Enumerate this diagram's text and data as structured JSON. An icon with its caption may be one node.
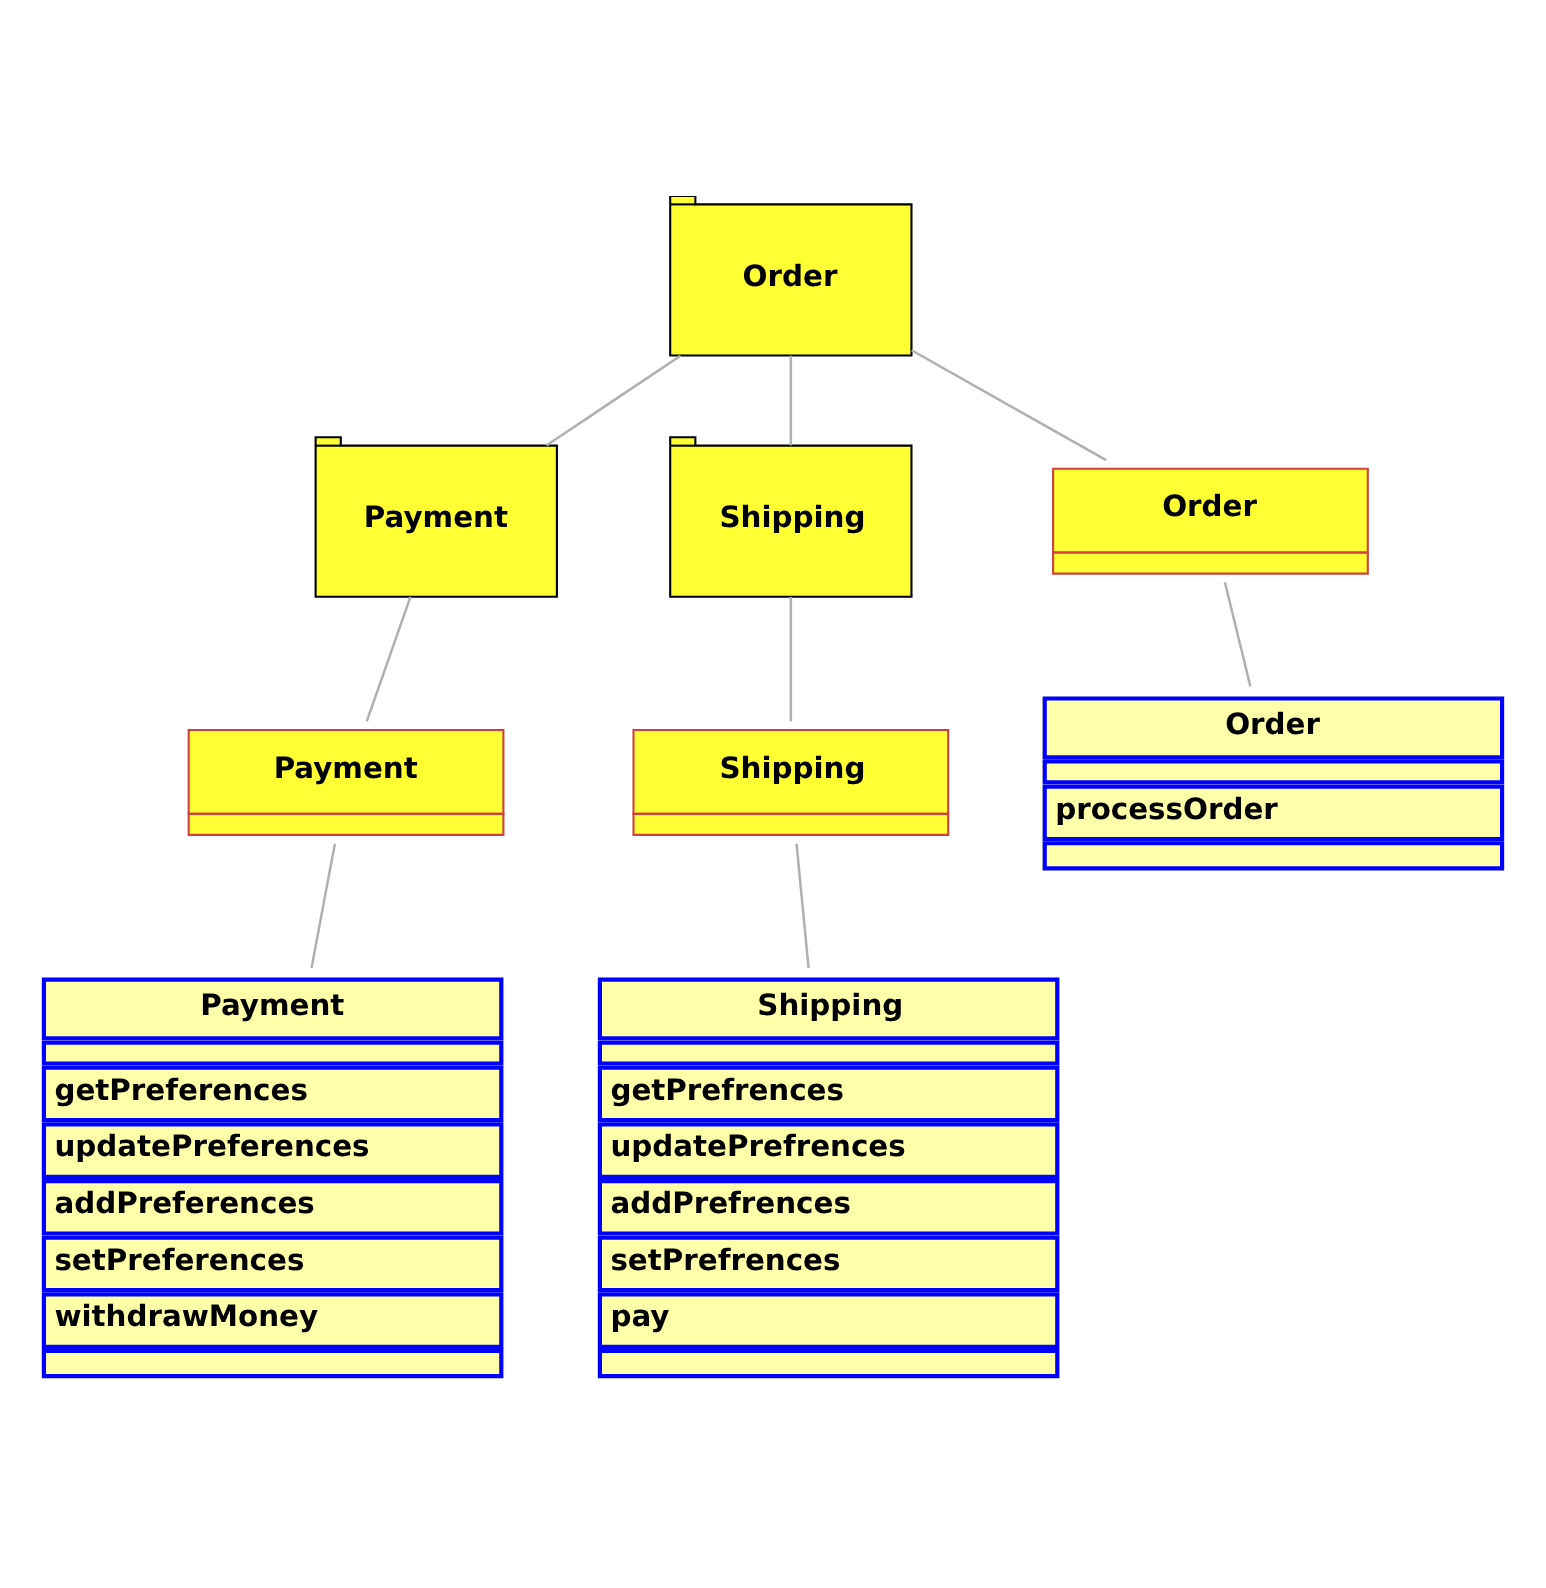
{
  "diagram": {
    "nodes": [
      {
        "text": [
          "Order"
        ]
      },
      {
        "text": [
          "Payment"
        ]
      },
      {
        "text": [
          "Shipping"
        ]
      },
      {
        "text": [
          "Payment"
        ]
      },
      {
        "text": [
          "Order"
        ]
      },
      {
        "text": [
          "Shipping"
        ]
      },
      {
        "text": [
          "Payment",
          "getPreferences",
          "updatePreferences",
          "addPreferences",
          "setPreferences",
          "withdrawMoney"
        ]
      },
      {
        "text": [
          "Order",
          "processOrder"
        ]
      },
      {
        "text": [
          "Shipping",
          "getPrefrences",
          "updatePrefrences",
          "addPrefrences",
          "setPrefrences",
          "pay"
        ]
      }
    ],
    "edges": [
      {
        "from": 0,
        "to": 1,
        "arrow": "none"
      },
      {
        "from": 0,
        "to": 4,
        "arrow": "none"
      },
      {
        "from": 0,
        "to": 2,
        "arrow": "none"
      },
      {
        "from": 1,
        "to": 3,
        "arrow": "none"
      },
      {
        "from": 4,
        "to": 7,
        "arrow": "none"
      },
      {
        "from": 2,
        "to": 5,
        "arrow": "none"
      },
      {
        "from": 3,
        "to": 6,
        "arrow": "none"
      },
      {
        "from": 5,
        "to": 8,
        "arrow": "none"
      }
    ]
  }
}
